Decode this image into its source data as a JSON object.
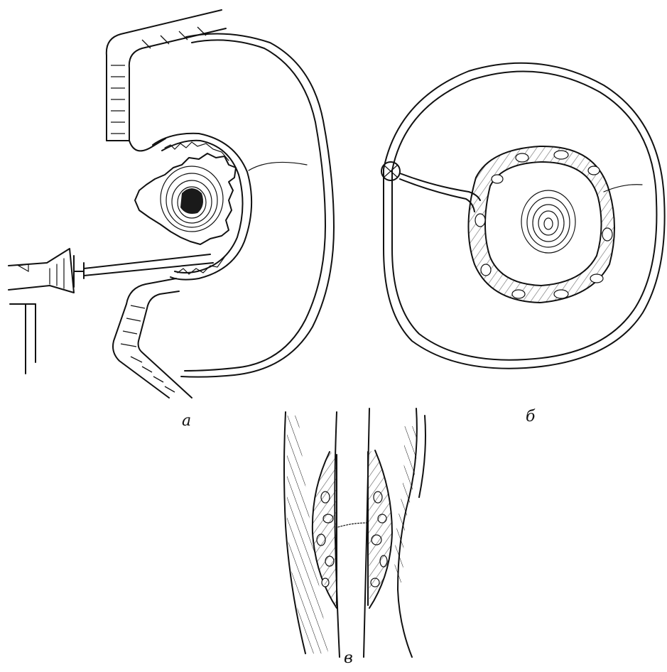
{
  "labels": {
    "panel_a": "а",
    "panel_b": "б",
    "panel_c": "в"
  },
  "ink_color": "#111111"
}
